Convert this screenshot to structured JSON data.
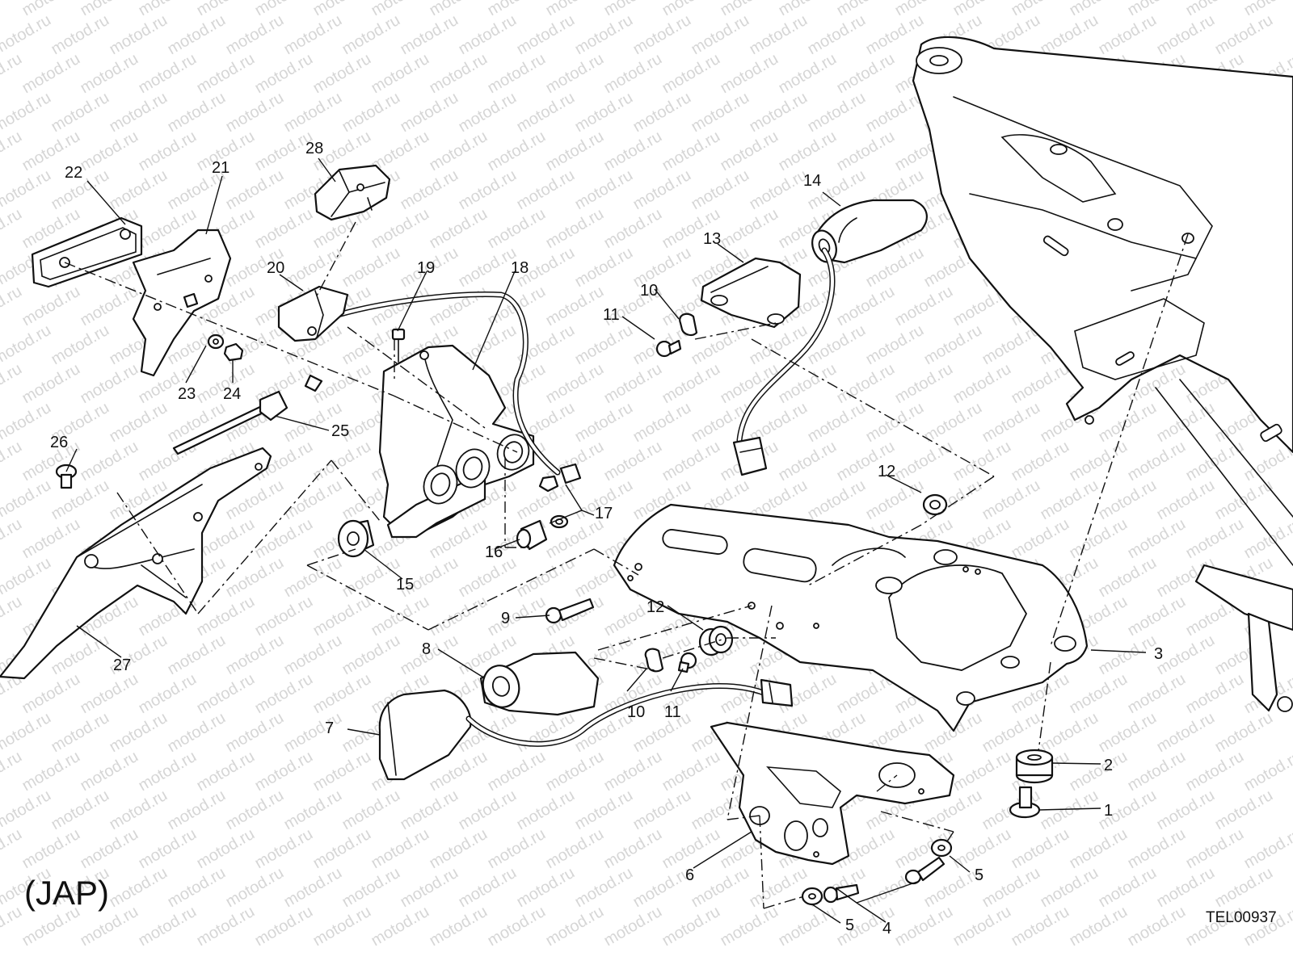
{
  "watermark": "motod.ru",
  "region_label": "(JAP)",
  "drawing_code": "TEL00937",
  "callouts": {
    "c1": "1",
    "c2": "2",
    "c3": "3",
    "c4": "4",
    "c5a": "5",
    "c5b": "5",
    "c6": "6",
    "c7": "7",
    "c8": "8",
    "c9": "9",
    "c10a": "10",
    "c10b": "10",
    "c11a": "11",
    "c11b": "11",
    "c12a": "12",
    "c12b": "12",
    "c13": "13",
    "c14": "14",
    "c15": "15",
    "c16": "16",
    "c17": "17",
    "c18": "18",
    "c19": "19",
    "c20": "20",
    "c21": "21",
    "c22": "22",
    "c23": "23",
    "c24": "24",
    "c25": "25",
    "c26": "26",
    "c27": "27",
    "c28": "28"
  }
}
